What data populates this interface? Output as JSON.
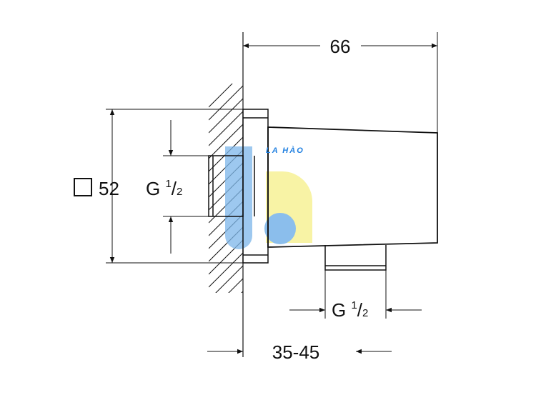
{
  "dimensions": {
    "overall_width": "66",
    "square_size_symbol": "□",
    "square_size": "52",
    "thread_left": {
      "prefix": "G ",
      "numerator": "1",
      "slash": "/",
      "denominator": "2"
    },
    "thread_bottom": {
      "prefix": "G ",
      "numerator": "1",
      "slash": "/",
      "denominator": "2"
    },
    "wall_distance": "35-45"
  },
  "watermark": {
    "text": "LA HÀO",
    "colors": {
      "blue": "#7fb7ea",
      "yellow": "#f6f08a",
      "text": "#1f7fe0"
    }
  },
  "colors": {
    "line": "#111111"
  }
}
